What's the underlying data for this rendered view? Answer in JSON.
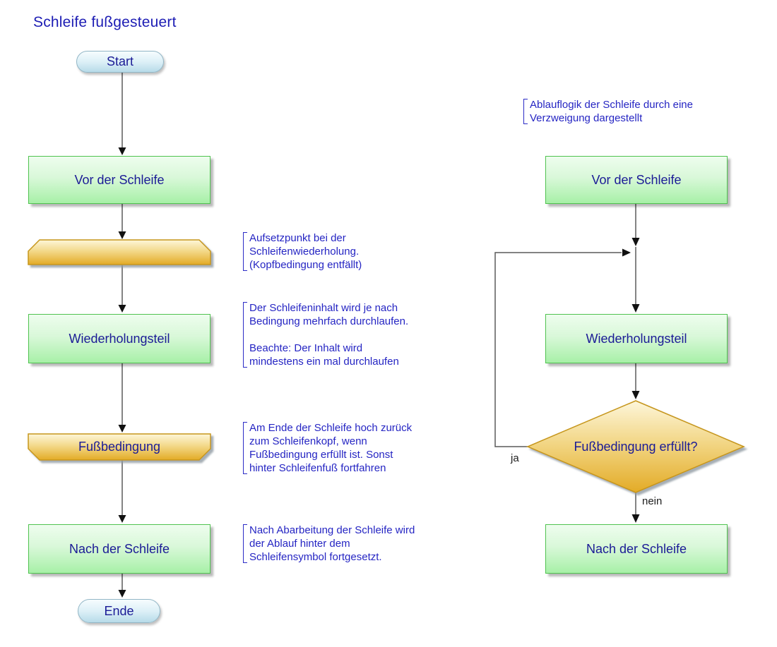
{
  "title": "Schleife fußgesteuert",
  "colors": {
    "node_text": "#1b1b96",
    "annotation_text": "#2525c3",
    "green_fill_top": "#eefdee",
    "green_fill_bottom": "#a7f0a7",
    "green_border": "#4fc24f",
    "blue_fill_top": "#f6fcfe",
    "blue_fill_bottom": "#b7dbe9",
    "blue_border": "#92b6c6",
    "orange_fill_top": "#fdf6da",
    "orange_fill_bottom": "#e3ab26",
    "orange_border": "#c6961b",
    "connector_line": "#5a5a5a",
    "arrowhead": "#111111"
  },
  "left_chart": {
    "nodes": {
      "start": "Start",
      "before_loop": "Vor der Schleife",
      "loop_body": "Wiederholungsteil",
      "foot_condition": "Fußbedingung",
      "after_loop": "Nach der Schleife",
      "end": "Ende"
    },
    "annotations": [
      {
        "lines": [
          "Aufsetzpunkt bei der",
          "Schleifenwiederholung.",
          "(Kopfbedingung entfällt)"
        ]
      },
      {
        "lines": [
          "Der Schleifeninhalt wird je nach",
          "Bedingung mehrfach durchlaufen.",
          "",
          "Beachte: Der Inhalt wird",
          "mindestens ein mal durchlaufen"
        ]
      },
      {
        "lines": [
          "Am Ende der Schleife hoch zurück",
          "zum Schleifenkopf, wenn",
          "Fußbedingung erfüllt ist. Sonst",
          "hinter Schleifenfuß fortfahren"
        ]
      },
      {
        "lines": [
          "Nach Abarbeitung der Schleife wird",
          "der Ablauf hinter dem",
          "Schleifensymbol fortgesetzt."
        ]
      }
    ]
  },
  "right_chart": {
    "annotation": {
      "lines": [
        "Ablauflogik der Schleife durch eine",
        "Verzweigung dargestellt"
      ]
    },
    "nodes": {
      "before_loop": "Vor der Schleife",
      "loop_body": "Wiederholungsteil",
      "decision": "Fußbedingung erfüllt?",
      "after_loop": "Nach der Schleife"
    },
    "edge_labels": {
      "yes": "ja",
      "no": "nein"
    }
  }
}
